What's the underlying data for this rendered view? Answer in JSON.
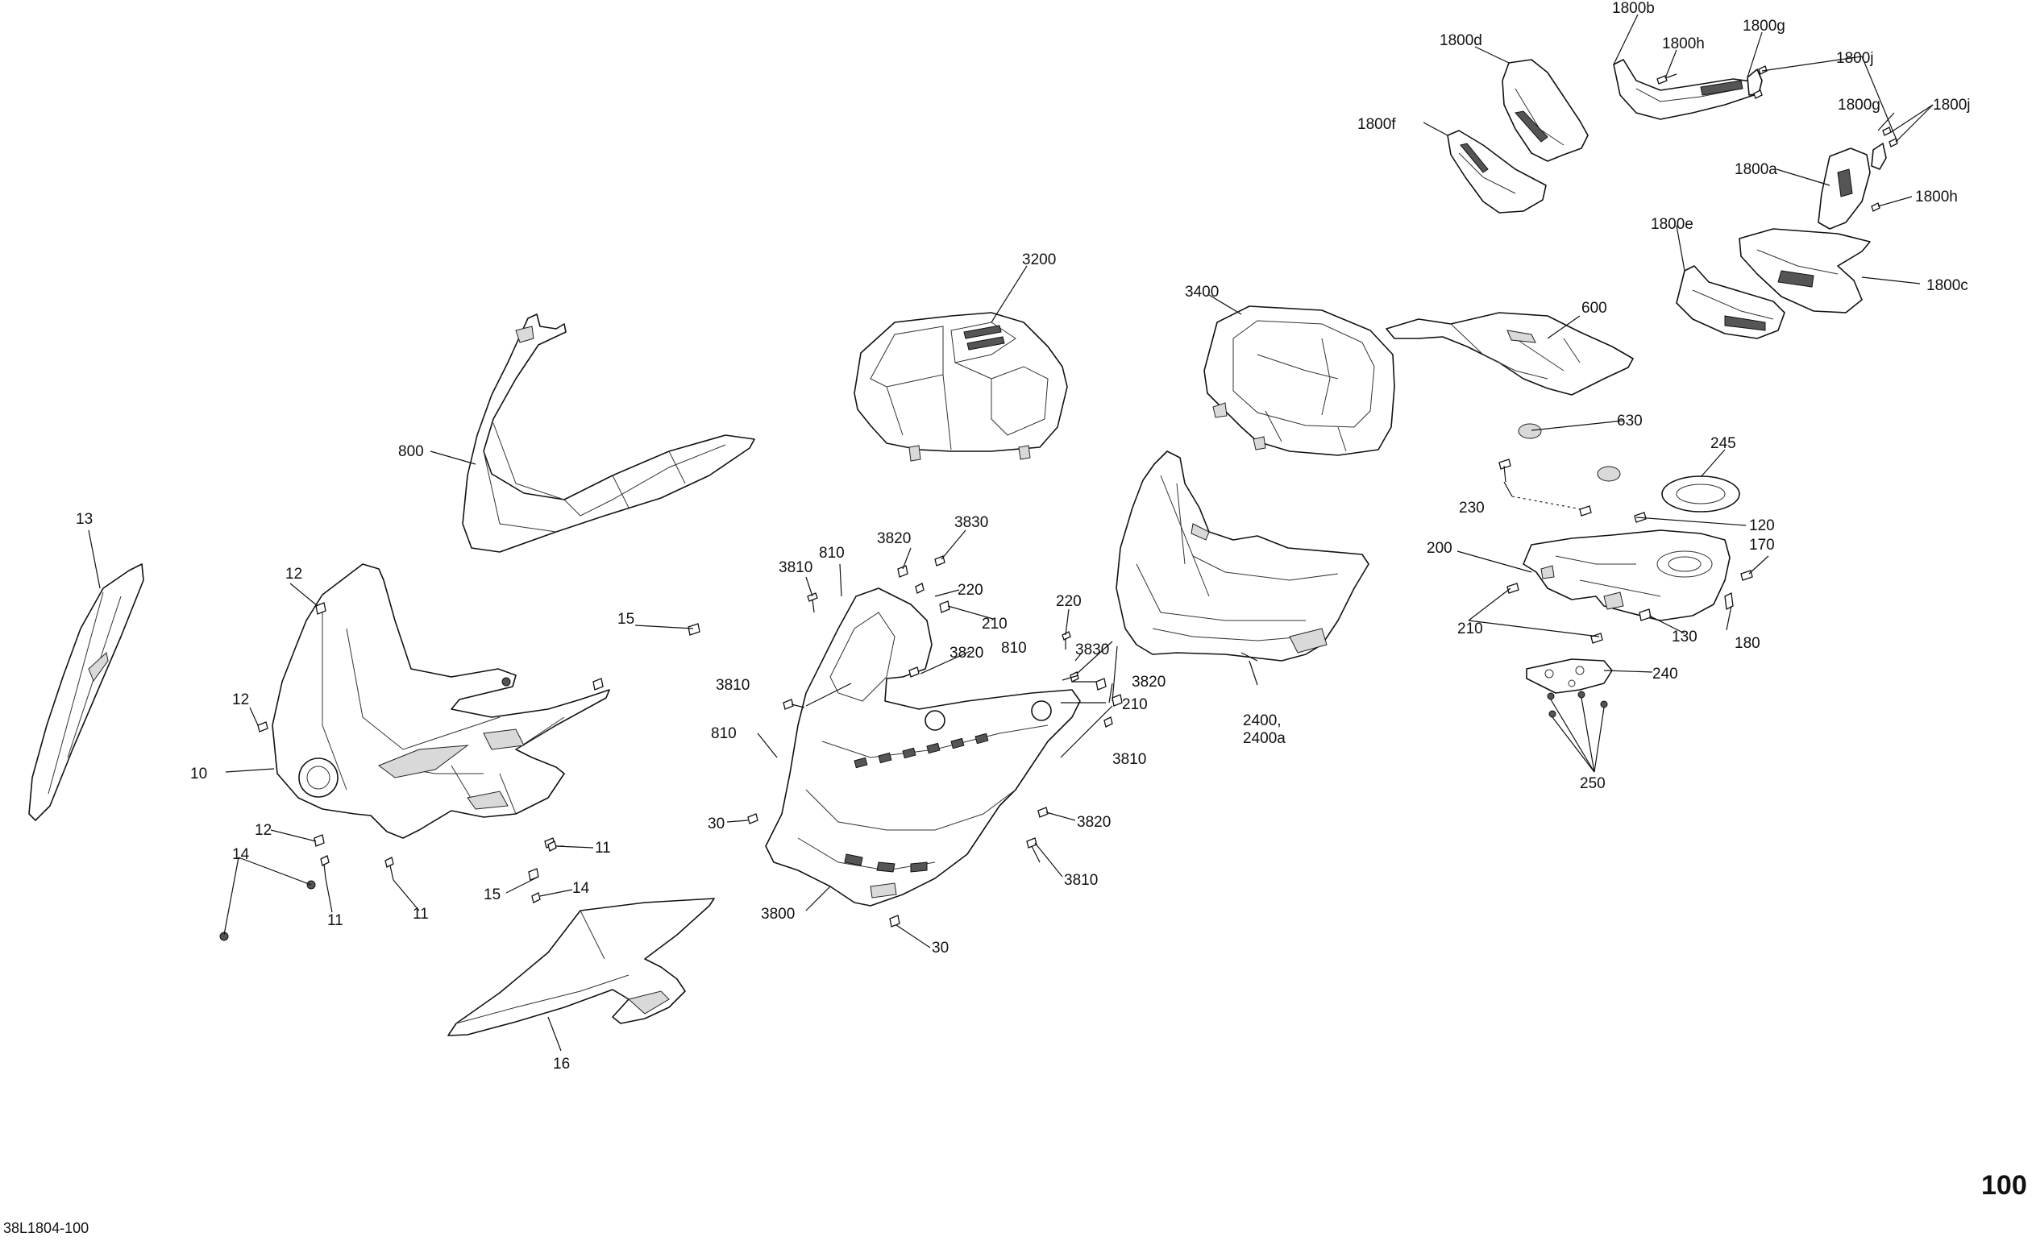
{
  "diagram": {
    "page_number": "100",
    "reference_code": "38L1804-100",
    "callouts": [
      {
        "text": "1800b"
      },
      {
        "text": "1800d"
      },
      {
        "text": "1800h"
      },
      {
        "text": "1800g"
      },
      {
        "text": "1800j"
      },
      {
        "text": "1800f"
      },
      {
        "text": "1800g"
      },
      {
        "text": "1800j"
      },
      {
        "text": "1800a"
      },
      {
        "text": "1800h"
      },
      {
        "text": "1800e"
      },
      {
        "text": "1800c"
      },
      {
        "text": "3200"
      },
      {
        "text": "3400"
      },
      {
        "text": "600"
      },
      {
        "text": "800"
      },
      {
        "text": "630"
      },
      {
        "text": "245"
      },
      {
        "text": "230"
      },
      {
        "text": "120"
      },
      {
        "text": "13"
      },
      {
        "text": "200"
      },
      {
        "text": "170"
      },
      {
        "text": "3830"
      },
      {
        "text": "3820"
      },
      {
        "text": "810"
      },
      {
        "text": "3810"
      },
      {
        "text": "220"
      },
      {
        "text": "210"
      },
      {
        "text": "12"
      },
      {
        "text": "220"
      },
      {
        "text": "210"
      },
      {
        "text": "130"
      },
      {
        "text": "180"
      },
      {
        "text": "15"
      },
      {
        "text": "3820"
      },
      {
        "text": "810"
      },
      {
        "text": "3830"
      },
      {
        "text": "240"
      },
      {
        "text": "12"
      },
      {
        "text": "3810"
      },
      {
        "text": "3820"
      },
      {
        "text": "2400,"
      },
      {
        "text": "2400a"
      },
      {
        "text": "210"
      },
      {
        "text": "810"
      },
      {
        "text": "3810"
      },
      {
        "text": "10"
      },
      {
        "text": "250"
      },
      {
        "text": "30"
      },
      {
        "text": "3820"
      },
      {
        "text": "12"
      },
      {
        "text": "11"
      },
      {
        "text": "14"
      },
      {
        "text": "3810"
      },
      {
        "text": "15"
      },
      {
        "text": "14"
      },
      {
        "text": "11"
      },
      {
        "text": "11"
      },
      {
        "text": "3800"
      },
      {
        "text": "30"
      },
      {
        "text": "16"
      }
    ]
  }
}
